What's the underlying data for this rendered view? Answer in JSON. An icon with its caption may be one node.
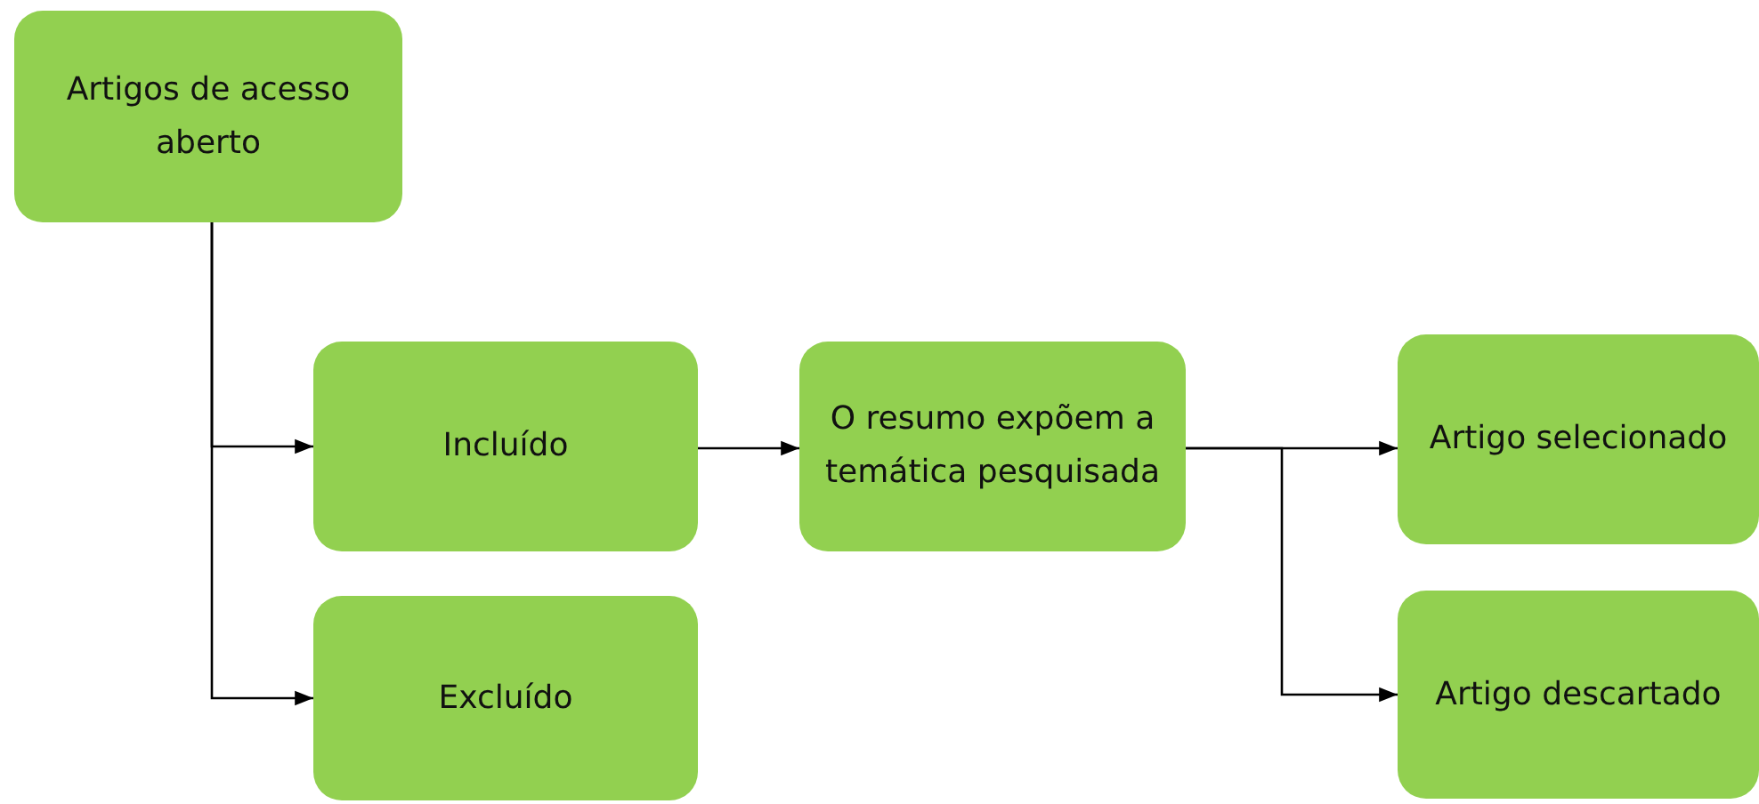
{
  "diagram": {
    "nodes": [
      {
        "text": [
          "Artigos de acesso aberto"
        ]
      },
      {
        "text": [
          "Incluído"
        ]
      },
      {
        "text": [
          "Excluído"
        ]
      },
      {
        "text": [
          "O resumo expõem a temática pesquisada"
        ]
      },
      {
        "text": [
          "Artigo selecionado"
        ]
      },
      {
        "text": [
          "Artigo descartado"
        ]
      }
    ],
    "edges": [
      {
        "from": 0,
        "to": 1,
        "arrow": "to"
      },
      {
        "from": 0,
        "to": 2,
        "arrow": "to"
      },
      {
        "from": 1,
        "to": 3,
        "arrow": "to"
      },
      {
        "from": 3,
        "to": 4,
        "arrow": "to"
      },
      {
        "from": 3,
        "to": 5,
        "arrow": "to"
      }
    ]
  }
}
